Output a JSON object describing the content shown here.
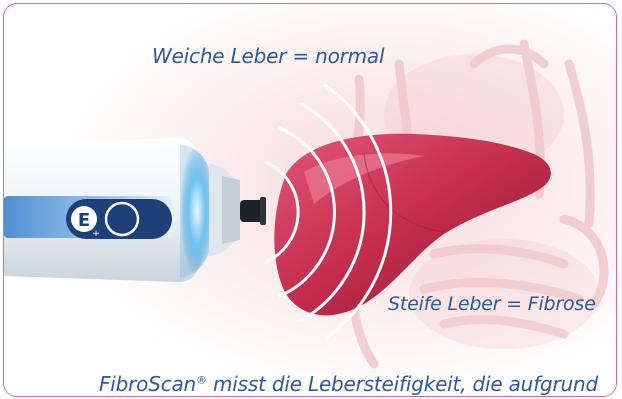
{
  "labels": {
    "soft_liver": "Weiche Leber = normal",
    "stiff_liver": "Steife Leber = Fibrose",
    "footer_prefix": "FibroScan",
    "footer_registered": "®",
    "footer_suffix": " misst die Lebersteifigkeit, die aufgrund"
  },
  "probe": {
    "button_glyph": "E",
    "plus_glyph": "+"
  },
  "colors": {
    "border": "#d36aa4",
    "text": "#2d5a9a",
    "liver": "#c52a50",
    "probe_glow": "#5cb8ec",
    "background_organs": "#f2c7c9"
  }
}
